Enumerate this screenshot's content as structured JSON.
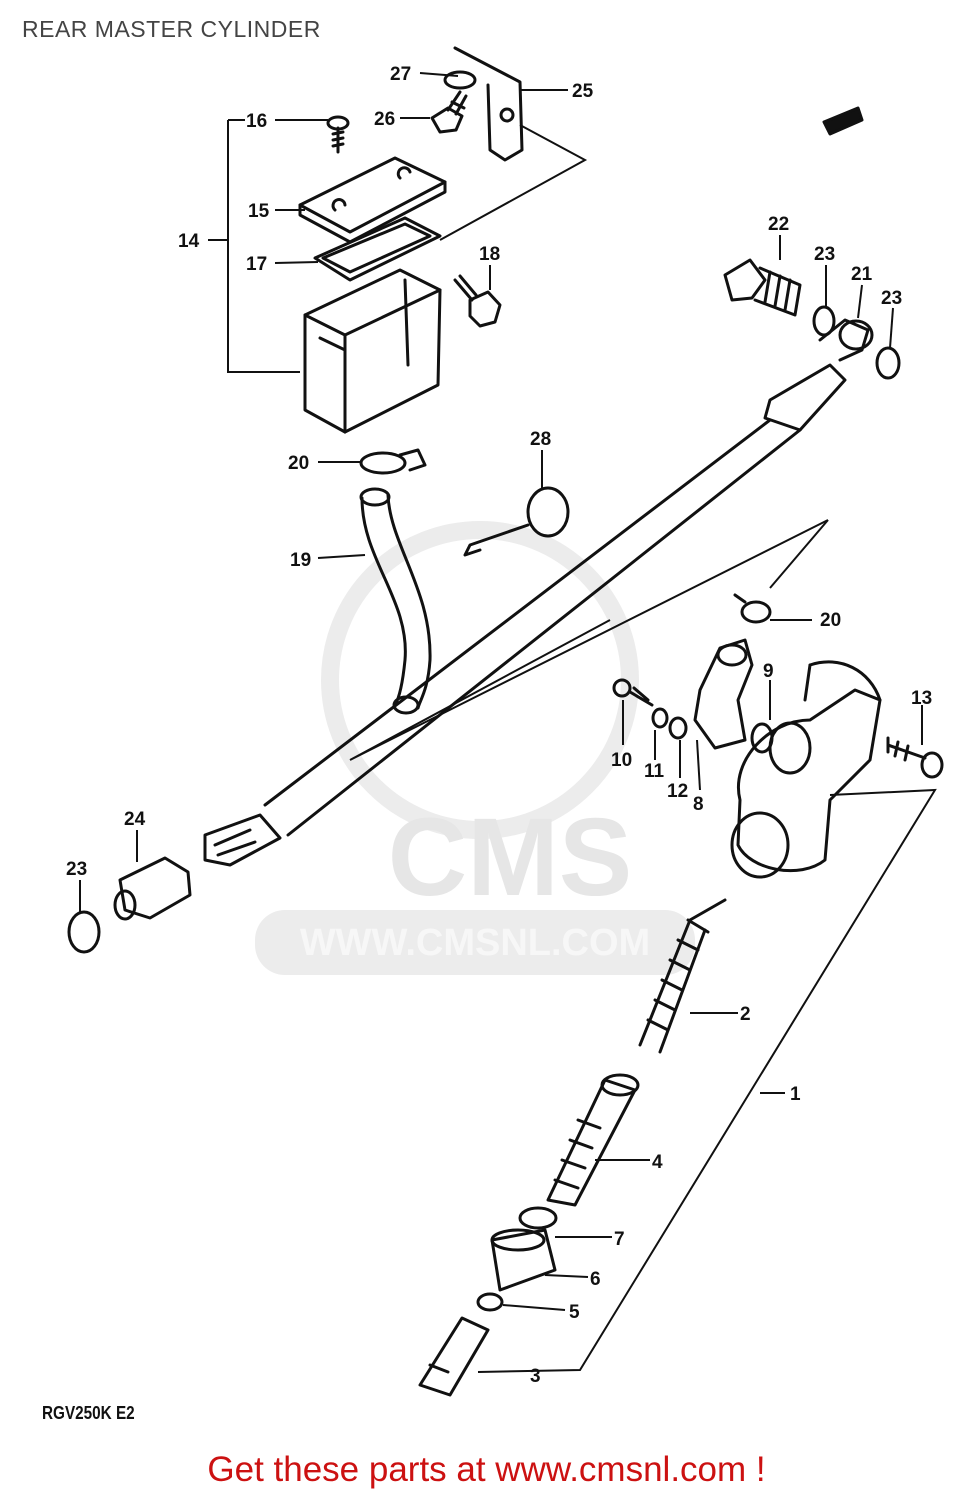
{
  "title": "REAR MASTER CYLINDER",
  "model_code": "RGV250K E2",
  "footer": "Get these parts at www.cmsnl.com !",
  "watermark": {
    "brand": "CMS",
    "url": "WWW.CMSNL.COM"
  },
  "colors": {
    "footer": "#cc1111",
    "title": "#444444",
    "watermark": "#e6e6e6"
  },
  "callouts": [
    "27",
    "25",
    "16",
    "26",
    "15",
    "14",
    "17",
    "18",
    "22",
    "23",
    "21",
    "23",
    "28",
    "20",
    "19",
    "20",
    "9",
    "13",
    "10",
    "11",
    "12",
    "8",
    "24",
    "23",
    "2",
    "1",
    "4",
    "7",
    "6",
    "5",
    "3"
  ]
}
